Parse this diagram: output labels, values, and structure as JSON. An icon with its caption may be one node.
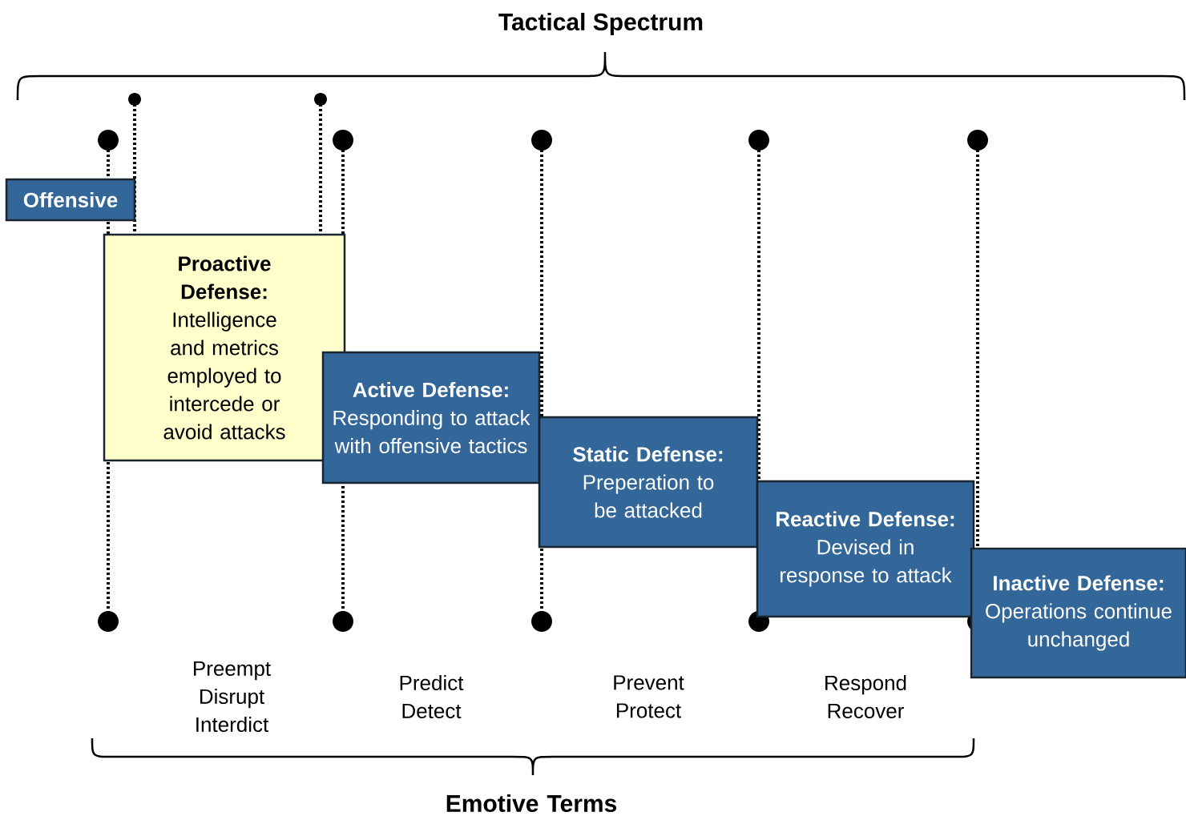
{
  "diagram": {
    "title": "Tactical Spectrum",
    "nodes": [
      {
        "text": [
          "Offensive"
        ]
      },
      {
        "text": [
          "Proactive Defense:",
          "Intelligence and metrics employed to intercede or avoid attacks"
        ]
      },
      {
        "text": [
          "Active Defense:",
          "Responding to attack with offensive tactics"
        ]
      },
      {
        "text": [
          "Static Defense:",
          "Preperation to be attacked"
        ]
      },
      {
        "text": [
          "Reactive Defense:",
          "Devised in response to attack"
        ]
      },
      {
        "text": [
          "Inactive Defense:",
          "Operations continue unchanged"
        ]
      }
    ],
    "labels": [
      "Preempt Disrupt Interdict",
      "Predict Detect",
      "Prevent Protect",
      "Respond Recover",
      "Emotive Terms"
    ]
  }
}
